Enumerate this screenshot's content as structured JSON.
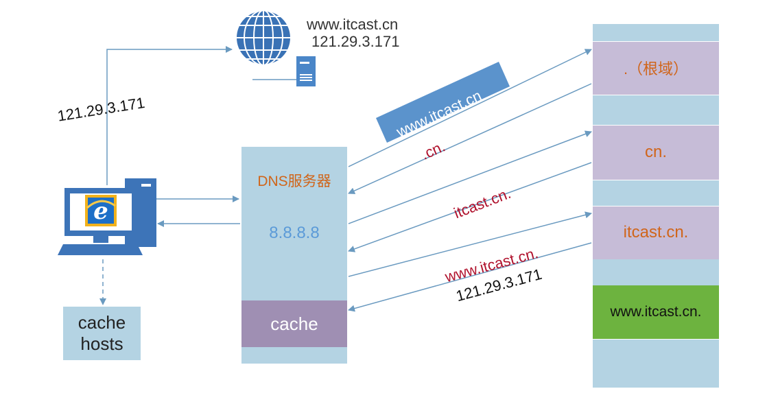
{
  "internet_host": {
    "domain": "www.itcast.cn",
    "ip": "121.29.3.171"
  },
  "client": {
    "ip_label": "121.29.3.171",
    "local_cache_lines": [
      "cache",
      "hosts"
    ]
  },
  "dns_server": {
    "title": "DNS服务器",
    "ip": "8.8.8.8",
    "cache_label": "cache"
  },
  "hierarchy": {
    "root": ".（根域）",
    "cn": "cn.",
    "itcast": "itcast.cn.",
    "www": "www.itcast.cn."
  },
  "messages": {
    "query": "www.itcast.cn",
    "referral_root": ".cn.",
    "referral_cn": "itcast.cn.",
    "final_name": "www.itcast.cn.",
    "final_ip": "121.29.3.171"
  },
  "colors": {
    "panel": "#b4d3e3",
    "cache": "#9f8fb3",
    "www_record": "#6db33f",
    "arrow": "#6a9ac0",
    "label_orange": "#d0651a",
    "label_red": "#b0122d",
    "label_blue": "#5b9ad8",
    "query_bubble": "#5b93cc"
  }
}
